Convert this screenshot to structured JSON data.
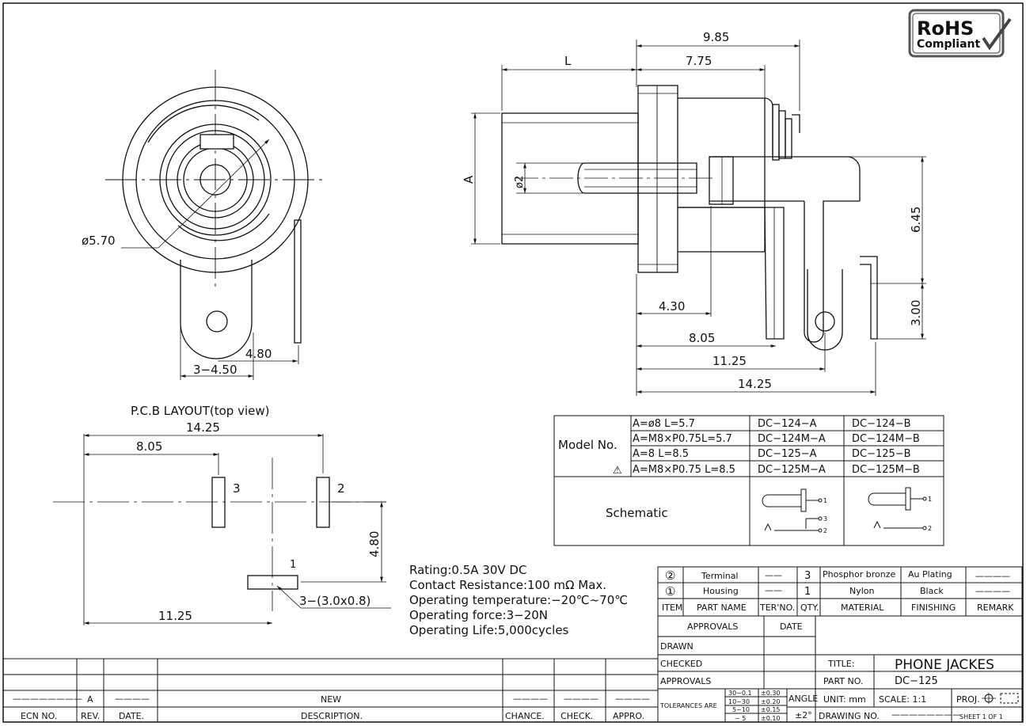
{
  "rohs": {
    "line1": "RoHS",
    "line2": "Compliant"
  },
  "front_view": {
    "diameter": "ø5.70",
    "dim_4_80": "4.80",
    "dim_3_4_50": "3−4.50"
  },
  "side_view": {
    "dim_9_85": "9.85",
    "dim_7_75": "7.75",
    "dim_L": "L",
    "dim_A": "A",
    "dim_d2": "ø2",
    "dim_6_45": "6.45",
    "dim_3_00": "3.00",
    "dim_4_30": "4.30",
    "dim_8_05": "8.05",
    "dim_11_25": "11.25",
    "dim_14_25": "14.25"
  },
  "pcb": {
    "title": "P.C.B  LAYOUT(top  view)",
    "dim_14_25": "14.25",
    "dim_8_05": "8.05",
    "dim_4_80": "4.80",
    "dim_11_25": "11.25",
    "pin3": "3",
    "pin2": "2",
    "pin1": "1",
    "slot": "3−(3.0x0.8)"
  },
  "specs": [
    "Rating:0.5A  30V  DC",
    "Contact  Resistance:100  mΩ  Max.",
    "Operating  temperature:−20℃~70℃",
    "Operating  force:3−20N",
    "Operating  Life:5,000cycles"
  ],
  "model_table": {
    "header": "Model  No.",
    "warning_symbol": "⚠",
    "rows": [
      {
        "spec": "A=ø8  L=5.7",
        "a": "DC−124−A",
        "b": "DC−124−B"
      },
      {
        "spec": "A=M8×P0.75L=5.7",
        "a": "DC−124M−A",
        "b": "DC−124M−B"
      },
      {
        "spec": "A=8  L=8.5",
        "a": "DC−125−A",
        "b": "DC−125−B"
      },
      {
        "spec": "A=M8×P0.75  L=8.5",
        "a": "DC−125M−A",
        "b": "DC−125M−B"
      }
    ],
    "schematic_label": "Schematic",
    "pins_a": [
      "1",
      "3",
      "2"
    ],
    "pins_b": [
      "1",
      "2"
    ]
  },
  "bom": {
    "items": [
      {
        "item": "②",
        "part": "Terminal",
        "terno": "——",
        "qty": "3",
        "material": "Phosphor  bronze",
        "finishing": "Au  Plating",
        "remark": "————"
      },
      {
        "item": "①",
        "part": "Housing",
        "terno": "——",
        "qty": "1",
        "material": "Nylon",
        "finishing": "Black",
        "remark": "————"
      }
    ],
    "headers": {
      "item": "ITEM",
      "part": "PART  NAME",
      "terno": "TER'NO.",
      "qty": "QTY.",
      "material": "MATERIAL",
      "finishing": "FINISHING",
      "remark": "REMARK"
    }
  },
  "title_block": {
    "approvals": "APPROVALS",
    "date": "DATE",
    "drawn": "DRAWN",
    "checked": "CHECKED",
    "approvals2": "APPROVALS",
    "title_label": "TITLE:",
    "title": "PHONE  JACKES",
    "part_label": "PART  NO.",
    "part": "DC−125",
    "tolerances": "TOLERANCES  ARE",
    "tol_ranges": [
      "30~0.1",
      "10~30",
      "5~10",
      "~  5"
    ],
    "tol_values": [
      "±0.30",
      "±0.20",
      "±0.15",
      "±0.10"
    ],
    "angle": "ANGLE",
    "angle_value": "±2°",
    "unit": "UNIT:  mm",
    "scale": "SCALE:    1:1",
    "proj": "PROJ.",
    "drawing_no": "DRAWING  NO.",
    "drawing_no_value": "————————",
    "sheet": "SHEET    1  OF  1"
  },
  "revision": {
    "row": {
      "ecn": "————————",
      "rev": "A",
      "date": "————",
      "desc": "NEW",
      "change": "————",
      "check": "————",
      "appro": "————"
    },
    "headers": {
      "ecn": "ECN  NO.",
      "rev": "REV.",
      "date": "DATE.",
      "desc": "DESCRIPTION.",
      "change": "CHANCE.",
      "check": "CHECK.",
      "appro": "APPRO."
    }
  }
}
